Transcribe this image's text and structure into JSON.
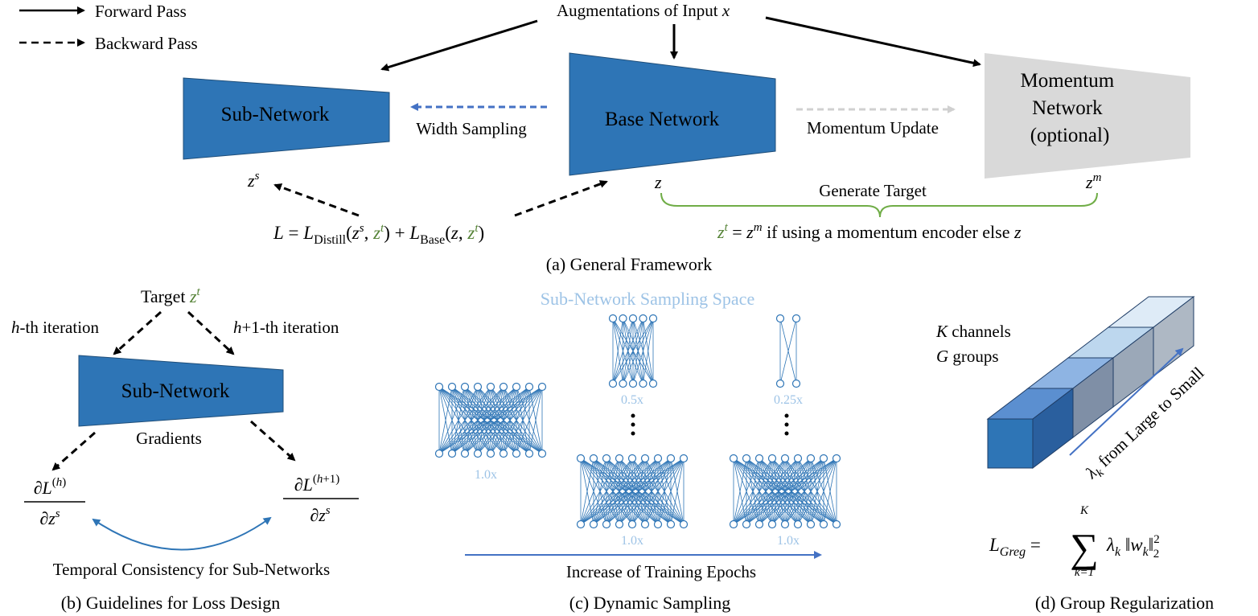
{
  "legend": {
    "forward": "Forward Pass",
    "backward": "Backward Pass"
  },
  "panel_a": {
    "augmentations": "Augmentations of Input",
    "aug_var": "x",
    "subnet": "Sub-Network",
    "width_sampling": "Width Sampling",
    "base": "Base Network",
    "momentum_update": "Momentum Update",
    "momentum_line1": "Momentum",
    "momentum_line2": "Network",
    "momentum_line3": "(optional)",
    "z_s": "z",
    "z_s_sup": "s",
    "z": "z",
    "z_m": "z",
    "z_m_sup": "m",
    "generate_target": "Generate Target",
    "target_rule_text": "if using a momentum encoder else",
    "loss_L": "L",
    "loss_distill_sub": "Distill",
    "loss_base_sub": "Base",
    "caption": "(a) General Framework"
  },
  "panel_b": {
    "target": "Target",
    "h_iter": "-th iteration",
    "h1_iter": "+1-th iteration",
    "subnet": "Sub-Network",
    "gradients": "Gradients",
    "temporal": "Temporal Consistency for Sub-Networks",
    "caption": "(b) Guidelines for Loss Design"
  },
  "panel_c": {
    "space": "Sub-Network Sampling Space",
    "w1": "1.0x",
    "w05": "0.5x",
    "w025": "0.25x",
    "epochs": "Increase of Training Epochs",
    "caption": "(c) Dynamic Sampling"
  },
  "panel_d": {
    "k_channels": "channels",
    "g_groups": "groups",
    "lambda_text": "from Large to Small",
    "sum_top": "K",
    "sum_bottom": "k=1",
    "caption": "(d) Group Regularization"
  },
  "colors": {
    "network_blue": "#2e75b6",
    "momentum_gray": "#d9d9d9",
    "target_green": "#548235",
    "light_blue": "#9dc3e6",
    "width_arrow": "#4472c4",
    "momentum_arrow": "#d0d0d0",
    "green_brace": "#70ad47"
  }
}
